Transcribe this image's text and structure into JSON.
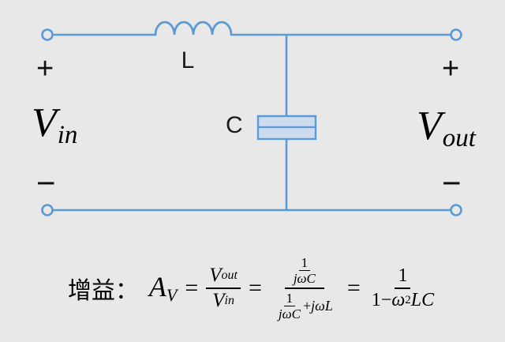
{
  "colors": {
    "background": "#e8e8e8",
    "wire": "#5b9bd5",
    "capacitor_fill": "#ccdcee",
    "text": "#000000"
  },
  "circuit": {
    "inductor_label": "L",
    "capacitor_label": "C",
    "vin": {
      "base": "V",
      "sub": "in"
    },
    "vout": {
      "base": "V",
      "sub": "out"
    },
    "polarity": {
      "top_left": "+",
      "top_right": "+",
      "bottom_left": "−",
      "bottom_right": "−"
    }
  },
  "formula": {
    "gain_label": "增益：",
    "av_base": "A",
    "av_sub": "V",
    "equals": "=",
    "vout_base": "V",
    "vout_sub": "out",
    "vin_base": "V",
    "vin_sub": "in",
    "one": "1",
    "jwc": "jωC",
    "plus": "+",
    "jwl": "jωL",
    "den_pre": "1−",
    "den_omega": "ω",
    "den_sup": "2",
    "den_lc": "LC"
  }
}
